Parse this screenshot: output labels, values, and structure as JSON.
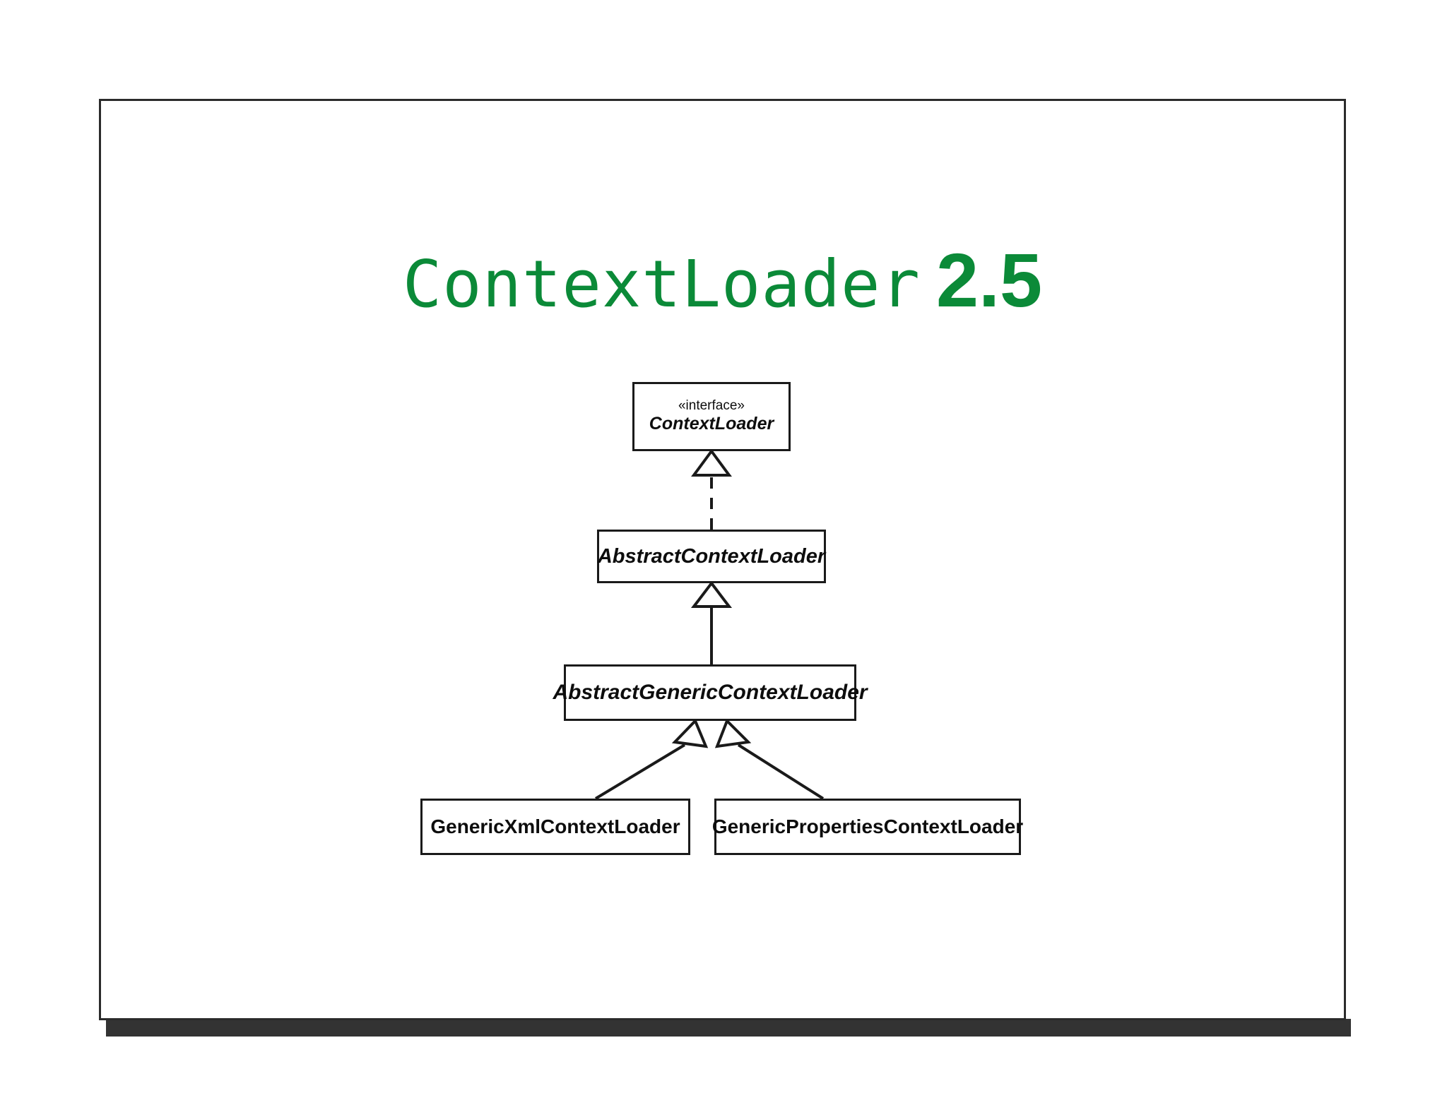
{
  "slide": {
    "title": {
      "main": "ContextLoader",
      "version": "2.5",
      "color": "#0b8a38"
    }
  },
  "diagram": {
    "type": "uml-class-diagram",
    "stroke_color": "#1a1a1a",
    "classes": [
      {
        "id": "contextloader",
        "stereotype": "«interface»",
        "name": "ContextLoader",
        "kind": "interface",
        "italic": true
      },
      {
        "id": "abstractcontextloader",
        "stereotype": "",
        "name": "AbstractContextLoader",
        "kind": "abstract-class",
        "italic": true
      },
      {
        "id": "abstractgeneric",
        "stereotype": "",
        "name": "AbstractGenericContextLoader",
        "kind": "abstract-class",
        "italic": true
      },
      {
        "id": "genericxml",
        "stereotype": "",
        "name": "GenericXmlContextLoader",
        "kind": "class",
        "italic": false
      },
      {
        "id": "genericprops",
        "stereotype": "",
        "name": "GenericPropertiesContextLoader",
        "kind": "class",
        "italic": false
      }
    ],
    "relationships": [
      {
        "from": "abstractcontextloader",
        "to": "contextloader",
        "type": "realization",
        "line": "dashed",
        "arrow": "hollow-triangle"
      },
      {
        "from": "abstractgeneric",
        "to": "abstractcontextloader",
        "type": "generalization",
        "line": "solid",
        "arrow": "hollow-triangle"
      },
      {
        "from": "genericxml",
        "to": "abstractgeneric",
        "type": "generalization",
        "line": "solid",
        "arrow": "hollow-triangle"
      },
      {
        "from": "genericprops",
        "to": "abstractgeneric",
        "type": "generalization",
        "line": "solid",
        "arrow": "hollow-triangle"
      }
    ]
  }
}
